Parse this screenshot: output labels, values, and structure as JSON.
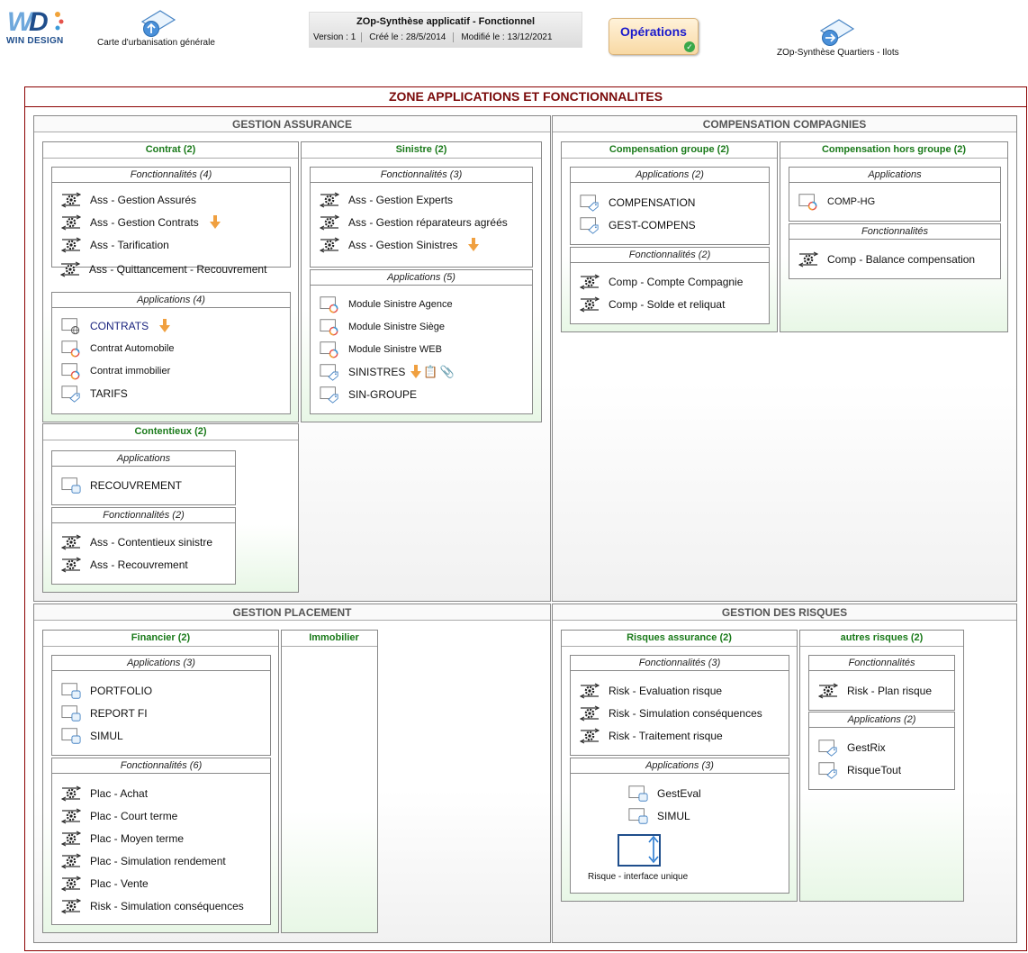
{
  "header": {
    "logo_main": "WIN DESIGN",
    "link_left": "Carte d'urbanisation générale",
    "card_title": "ZOp-Synthèse applicatif - Fonctionnel",
    "version": "Version : 1",
    "created": "Créé le : 28/5/2014",
    "modified": "Modifié le : 13/12/2021",
    "operations_label": "Opérations",
    "link_right": "ZOp-Synthèse Quartiers - Ilots"
  },
  "zone_title": "ZONE APPLICATIONS ET FONCTIONNALITES",
  "quadrants": {
    "q1": "GESTION ASSURANCE",
    "q2": "COMPENSATION COMPAGNIES",
    "q3": "GESTION PLACEMENT",
    "q4": "GESTION DES RISQUES"
  },
  "contrat": {
    "title": "Contrat (2)",
    "fonc_title": "Fonctionnalités (4)",
    "fonc": [
      "Ass - Gestion Assurés",
      "Ass - Gestion Contrats",
      "Ass - Tarification",
      "Ass - Quittancement - Recouvrement"
    ],
    "apps_title": "Applications (4)",
    "apps": [
      "CONTRATS",
      "Contrat Automobile",
      "Contrat immobilier",
      "TARIFS"
    ]
  },
  "sinistre": {
    "title": "Sinistre (2)",
    "fonc_title": "Fonctionnalités (3)",
    "fonc": [
      "Ass - Gestion Experts",
      "Ass - Gestion réparateurs agréés",
      "Ass - Gestion Sinistres"
    ],
    "apps_title": "Applications (5)",
    "apps": [
      "Module Sinistre Agence",
      "Module Sinistre Siège",
      "Module Sinistre WEB",
      "SINISTRES",
      "SIN-GROUPE"
    ]
  },
  "contentieux": {
    "title": "Contentieux (2)",
    "apps_title": "Applications",
    "apps": [
      "RECOUVREMENT"
    ],
    "fonc_title": "Fonctionnalités (2)",
    "fonc": [
      "Ass - Contentieux sinistre",
      "Ass - Recouvrement"
    ]
  },
  "comp_groupe": {
    "title": "Compensation groupe (2)",
    "apps_title": "Applications (2)",
    "apps": [
      "COMPENSATION",
      "GEST-COMPENS"
    ],
    "fonc_title": "Fonctionnalités (2)",
    "fonc": [
      "Comp - Compte Compagnie",
      "Comp - Solde et reliquat"
    ]
  },
  "comp_hors": {
    "title": "Compensation hors groupe (2)",
    "apps_title": "Applications",
    "apps": [
      "COMP-HG"
    ],
    "fonc_title": "Fonctionnalités",
    "fonc": [
      "Comp - Balance compensation"
    ]
  },
  "financier": {
    "title": "Financier (2)",
    "apps_title": "Applications (3)",
    "apps": [
      "PORTFOLIO",
      "REPORT FI",
      "SIMUL"
    ],
    "fonc_title": "Fonctionnalités (6)",
    "fonc": [
      "Plac - Achat",
      "Plac - Court terme",
      "Plac - Moyen terme",
      "Plac - Simulation rendement",
      "Plac - Vente",
      "Risk - Simulation conséquences"
    ]
  },
  "immobilier": {
    "title": "Immobilier"
  },
  "risques_assurance": {
    "title": "Risques assurance (2)",
    "fonc_title": "Fonctionnalités (3)",
    "fonc": [
      "Risk - Evaluation risque",
      "Risk - Simulation conséquences",
      "Risk - Traitement risque"
    ],
    "apps_title": "Applications (3)",
    "apps": [
      "GestEval",
      "SIMUL"
    ],
    "interface_label": "Risque - interface unique"
  },
  "autres_risques": {
    "title": "autres risques (2)",
    "fonc_title": "Fonctionnalités",
    "fonc": [
      "Risk - Plan risque"
    ],
    "apps_title": "Applications (2)",
    "apps": [
      "GestRix",
      "RisqueTout"
    ]
  }
}
